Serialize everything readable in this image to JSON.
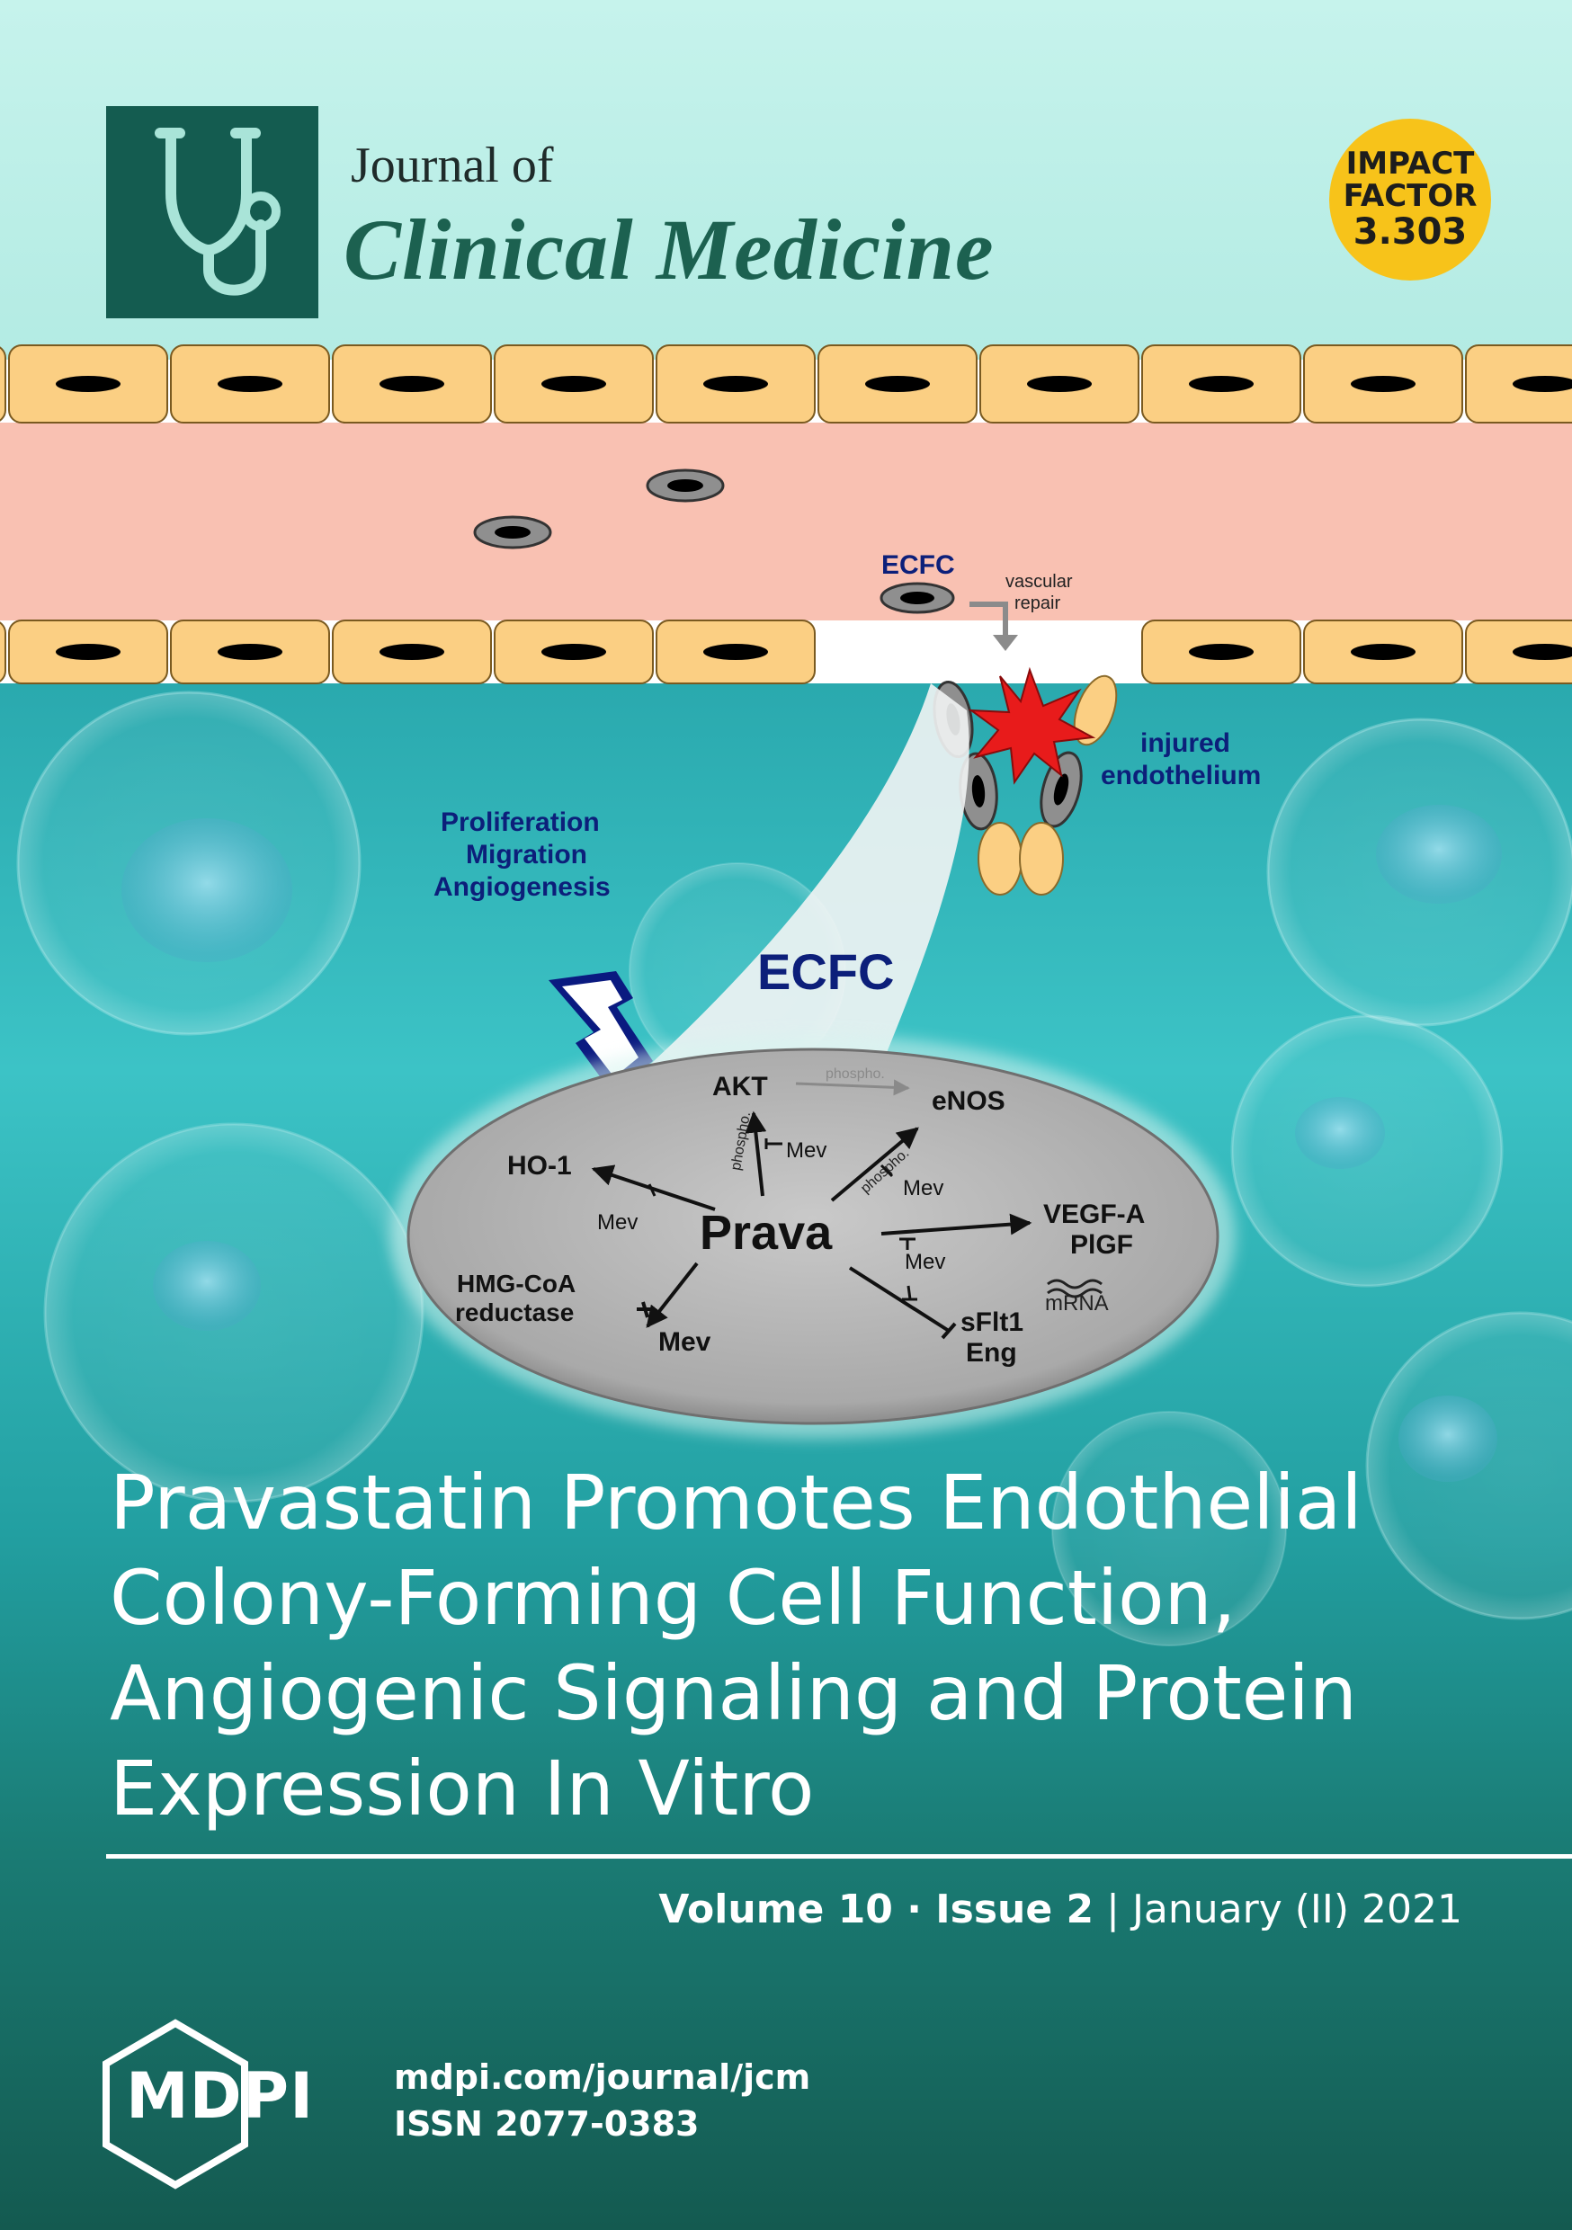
{
  "journal": {
    "line1": "Journal of",
    "line2": "Clinical Medicine"
  },
  "impact_factor": {
    "line1": "IMPACT",
    "line2": "FACTOR",
    "value": "3.303"
  },
  "diagram": {
    "ecfc_top": "ECFC",
    "vascular_repair": [
      "vascular",
      "repair"
    ],
    "injured_endothelium": [
      "injured",
      "endothelium"
    ],
    "outcomes": [
      "Proliferation",
      "Migration",
      "Angiogenesis"
    ],
    "ecfc_big": "ECFC",
    "nodes": {
      "center": "Prava",
      "akt": "AKT",
      "enos": "eNOS",
      "ho1": "HO-1",
      "vegf": "VEGF-A",
      "pigf": "PlGF",
      "hmg1": "HMG-CoA",
      "hmg2": "reductase",
      "mev_bottom": "Mev",
      "sflt1": "sFlt1",
      "eng": "Eng",
      "mrna": "mRNA",
      "phospho": "phospho.",
      "mev": "Mev"
    }
  },
  "article": {
    "title_lines": [
      "Pravastatin Promotes Endothelial",
      "Colony-Forming Cell Function,",
      "Angiogenic Signaling and Protein",
      "Expression In Vitro"
    ]
  },
  "issue": {
    "volume": "Volume 10",
    "issue": "Issue 2",
    "date": "January (II) 2021"
  },
  "publisher": {
    "name": "MDPI",
    "url": "mdpi.com/journal/jcm",
    "issn": "ISSN 2077-0383"
  },
  "colors": {
    "sky_top": "#c4f1ea",
    "teal_mid": "#2fbcbf",
    "teal_dark": "#145a50",
    "logo_green": "#145c50",
    "impact_yellow": "#f7c31a",
    "vessel_pink": "#f9c1b2",
    "cell_yellow": "#fbcf83",
    "label_navy": "#0c1f7a",
    "burst_red": "#e81b1b"
  },
  "icons": {
    "logo": "stethoscope-icon",
    "publisher_logo": "mdpi-hexagon-icon"
  }
}
